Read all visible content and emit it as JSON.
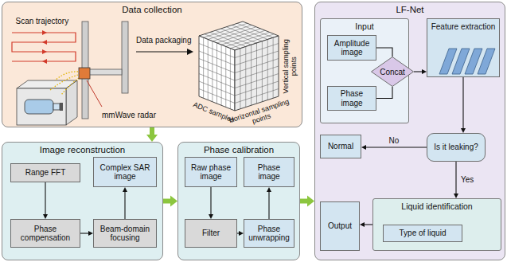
{
  "diagram": {
    "nodes": [
      {
        "text": [
          "Data collection"
        ]
      },
      {
        "text": [
          "Image reconstruction"
        ]
      },
      {
        "text": [
          "Range FFT"
        ],
        "in": 1
      },
      {
        "text": [
          "Complex SAR image"
        ],
        "in": 1
      },
      {
        "text": [
          "Phase compensation"
        ],
        "in": 1
      },
      {
        "text": [
          "Beam-domain focusing"
        ],
        "in": 1
      },
      {
        "text": [
          "Phase calibration"
        ]
      },
      {
        "text": [
          "Raw phase image"
        ],
        "in": 6
      },
      {
        "text": [
          "Phase image"
        ],
        "in": 6
      },
      {
        "text": [
          "Filter"
        ],
        "in": 6
      },
      {
        "text": [
          "Phase unwrapping"
        ],
        "in": 6
      },
      {
        "text": [
          "LF-Net"
        ]
      },
      {
        "text": [
          "Input"
        ],
        "in": 11
      },
      {
        "text": [
          "Amplitude image"
        ],
        "in": 12
      },
      {
        "text": [
          "Phase image"
        ],
        "in": 12
      },
      {
        "text": [
          "Concat"
        ],
        "in": 11
      },
      {
        "text": [
          "Feature extraction"
        ],
        "in": 11
      },
      {
        "text": [
          "Normal"
        ],
        "in": 11
      },
      {
        "text": [
          "Is it leaking?"
        ],
        "in": 11
      },
      {
        "text": [
          "Output"
        ],
        "in": 11
      },
      {
        "text": [
          "Liquid identification"
        ],
        "in": 11
      },
      {
        "text": [
          "Type of liquid"
        ],
        "in": 20
      }
    ],
    "edges": [
      {
        "from": 2,
        "to": 4,
        "arrow": "to"
      },
      {
        "from": 4,
        "to": 5,
        "arrow": "to"
      },
      {
        "from": 5,
        "to": 3,
        "arrow": "to"
      },
      {
        "from": 7,
        "to": 9,
        "arrow": "to"
      },
      {
        "from": 9,
        "to": 10,
        "arrow": "to"
      },
      {
        "from": 10,
        "to": 8,
        "arrow": "to"
      },
      {
        "from": 13,
        "to": 15,
        "arrow": "none"
      },
      {
        "from": 14,
        "to": 15,
        "arrow": "none"
      },
      {
        "from": 15,
        "to": 16,
        "arrow": "to"
      },
      {
        "from": 16,
        "to": 18,
        "arrow": "to"
      },
      {
        "from": 18,
        "to": 17,
        "label": "No",
        "arrow": "to"
      },
      {
        "from": 18,
        "to": 20,
        "label": "Yes",
        "arrow": "to"
      },
      {
        "from": 20,
        "to": 19,
        "arrow": "to"
      },
      {
        "from": 0,
        "to": 1,
        "arrow": "to"
      },
      {
        "from": 1,
        "to": 6,
        "arrow": "to"
      },
      {
        "from": 6,
        "to": 11,
        "arrow": "to"
      }
    ],
    "labels": [
      "Scan trajectory",
      "Data packaging",
      "mmWave radar",
      "ADC samples",
      "Horizontal sampling points",
      "Vertical sampling points"
    ]
  }
}
